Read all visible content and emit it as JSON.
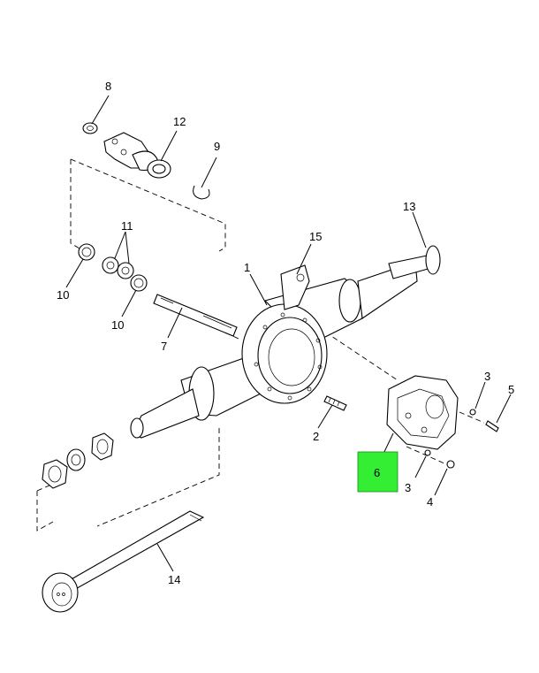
{
  "callouts": {
    "c1": "1",
    "c2": "2",
    "c3a": "3",
    "c3b": "3",
    "c4": "4",
    "c5": "5",
    "c6": "6",
    "c7": "7",
    "c8": "8",
    "c9": "9",
    "c10a": "10",
    "c10b": "10",
    "c11": "11",
    "c12": "12",
    "c13": "13",
    "c14": "14",
    "c15": "15"
  },
  "highlight": {
    "callout": "6",
    "color": "#33ee33"
  }
}
